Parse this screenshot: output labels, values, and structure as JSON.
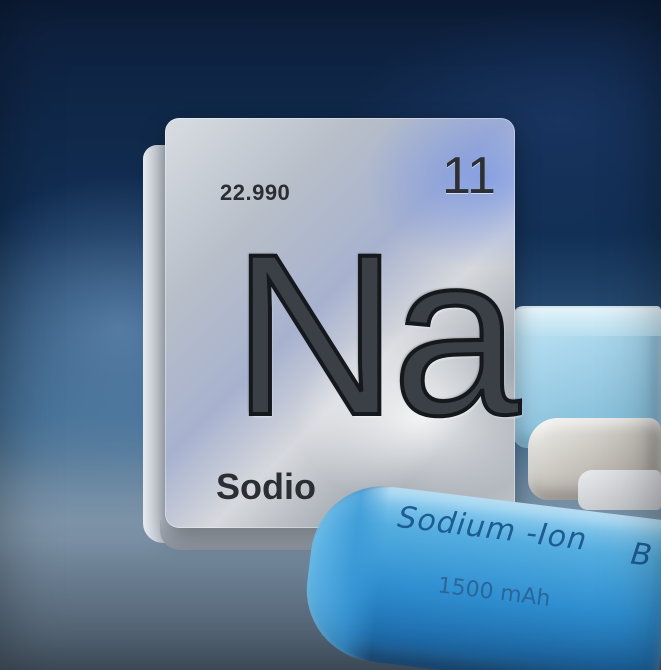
{
  "photo": {
    "tile": {
      "atomic_mass": "22.990",
      "atomic_number": "11",
      "symbol": "Na",
      "name": "Sodio"
    },
    "battery": {
      "brand_text": "Sodium -Ion",
      "capacity_text": "1500 mAh",
      "extra_text": "B"
    }
  },
  "colors": {
    "background_top": "#0d1f3c",
    "tile_metal": "#b8bfc9",
    "battery_blue": "#2f8fd0"
  }
}
